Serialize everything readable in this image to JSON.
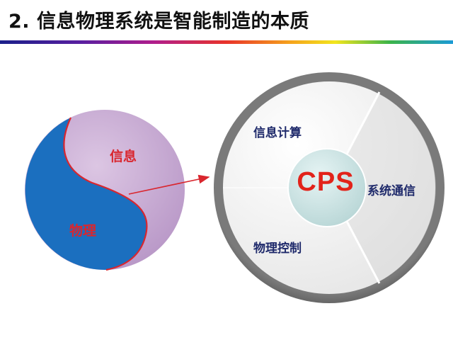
{
  "title": "2. 信息物理系统是智能制造的本质",
  "yin_yang": {
    "upper_label": "信息",
    "lower_label": "物理"
  },
  "cps_ring": {
    "center_label": "CPS",
    "segments": [
      {
        "label": "信息计算"
      },
      {
        "label": "系统通信"
      },
      {
        "label": "物理控制"
      }
    ]
  },
  "colors": {
    "title_text": "#111111",
    "yin_blue": "#1b6fbf",
    "yang_lavender": "#c6a6cf",
    "divider_red": "#d9262e",
    "ring_gray": "#6b6b6b",
    "center_circle": "#cfe6e6",
    "segment_text": "#1f2a6b"
  }
}
